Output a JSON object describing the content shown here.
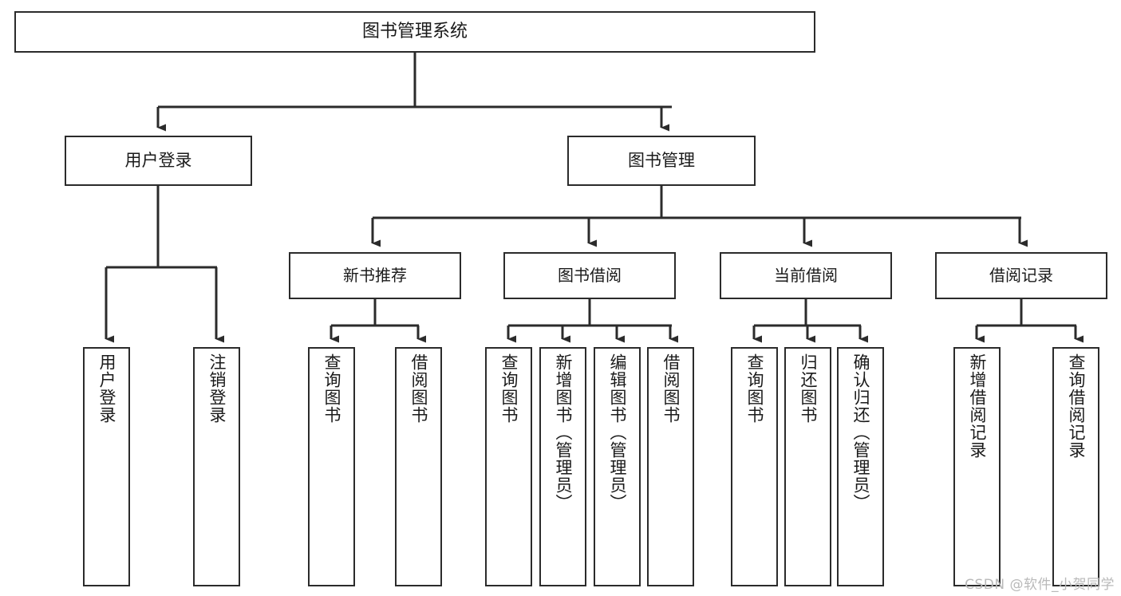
{
  "diagram": {
    "title": "图书管理系统",
    "type": "tree",
    "colors": {
      "box_border": "#2b2b2b",
      "box_fill": "#ffffff",
      "connector": "#2b2b2b",
      "text": "#1a1a1a",
      "watermark": "#b9b9b9",
      "background": "#ffffff"
    },
    "watermark": "CSDN @软件_小贺同学",
    "root": {
      "label": "图书管理系统"
    },
    "level1": [
      {
        "label": "用户登录"
      },
      {
        "label": "图书管理"
      }
    ],
    "level2": [
      {
        "label": "新书推荐"
      },
      {
        "label": "图书借阅"
      },
      {
        "label": "当前借阅"
      },
      {
        "label": "借阅记录"
      }
    ],
    "leaves": {
      "user_login": [
        {
          "label": "用户登录"
        },
        {
          "label": "注销登录"
        }
      ],
      "new_book_recommend": [
        {
          "label": "查询图书"
        },
        {
          "label": "借阅图书"
        }
      ],
      "book_borrow": [
        {
          "label": "查询图书"
        },
        {
          "label": "新增图书（管理员）"
        },
        {
          "label": "编辑图书（管理员）"
        },
        {
          "label": "借阅图书"
        }
      ],
      "current_borrow": [
        {
          "label": "查询图书"
        },
        {
          "label": "归还图书"
        },
        {
          "label": "确认归还（管理员）"
        }
      ],
      "borrow_record": [
        {
          "label": "新增借阅记录"
        },
        {
          "label": "查询借阅记录"
        }
      ]
    }
  }
}
